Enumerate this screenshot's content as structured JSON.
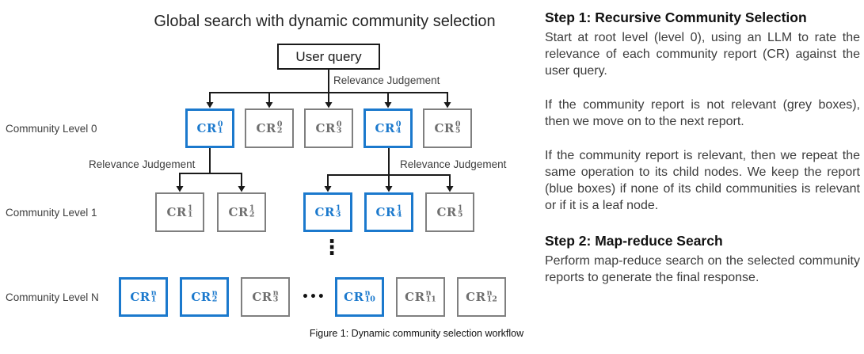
{
  "title": "Global search with dynamic community selection",
  "caption": "Figure 1: Dynamic community selection workflow",
  "diagram": {
    "user_query": "User query",
    "relevance_top": "Relevance Judgement",
    "relevance_left": "Relevance Judgement",
    "relevance_right": "Relevance Judgement",
    "vertical_ellipsis": "⋮",
    "colors": {
      "selected": "#1b79cd",
      "unselected": "#7f7f7f",
      "line": "#1a1a1a"
    },
    "level0": {
      "label": "Community Level 0",
      "boxes": [
        {
          "label": "CR",
          "sup": "0",
          "sub": "1",
          "selected": true
        },
        {
          "label": "CR",
          "sup": "0",
          "sub": "2",
          "selected": false
        },
        {
          "label": "CR",
          "sup": "0",
          "sub": "3",
          "selected": false
        },
        {
          "label": "CR",
          "sup": "0",
          "sub": "4",
          "selected": true
        },
        {
          "label": "CR",
          "sup": "0",
          "sub": "5",
          "selected": false
        }
      ]
    },
    "level1": {
      "label": "Community Level 1",
      "group_a": [
        {
          "label": "CR",
          "sup": "1",
          "sub": "1",
          "selected": false
        },
        {
          "label": "CR",
          "sup": "1",
          "sub": "2",
          "selected": false
        }
      ],
      "group_b": [
        {
          "label": "CR",
          "sup": "1",
          "sub": "3",
          "selected": true
        },
        {
          "label": "CR",
          "sup": "1",
          "sub": "4",
          "selected": true
        },
        {
          "label": "CR",
          "sup": "1",
          "sub": "5",
          "selected": false
        }
      ]
    },
    "levelN": {
      "label": "Community Level N",
      "left_boxes": [
        {
          "label": "CR",
          "sup": "n",
          "sub": "1",
          "selected": true
        },
        {
          "label": "CR",
          "sup": "n",
          "sub": "2",
          "selected": true
        },
        {
          "label": "CR",
          "sup": "n",
          "sub": "3",
          "selected": false
        }
      ],
      "dots": "•••",
      "right_boxes": [
        {
          "label": "CR",
          "sup": "n",
          "sub": "10",
          "selected": true
        },
        {
          "label": "CR",
          "sup": "n",
          "sub": "11",
          "selected": false
        },
        {
          "label": "CR",
          "sup": "n",
          "sub": "12",
          "selected": false
        }
      ]
    }
  },
  "sidebar": {
    "step1_heading": "Step 1: Recursive Community Selection",
    "step1_paragraphs": [
      "Start at root level (level 0), using an LLM to rate the relevance of each community report (CR) against the user query.",
      "If the community report is not relevant (grey boxes), then we move on to the next report.",
      "If the community report is relevant, then we repeat the same operation to its child nodes. We keep the report (blue boxes) if none of its child communities is relevant or if it is a leaf node."
    ],
    "step2_heading": "Step 2: Map-reduce Search",
    "step2_paragraphs": [
      "Perform map-reduce search on the selected community reports to generate the final response."
    ]
  }
}
